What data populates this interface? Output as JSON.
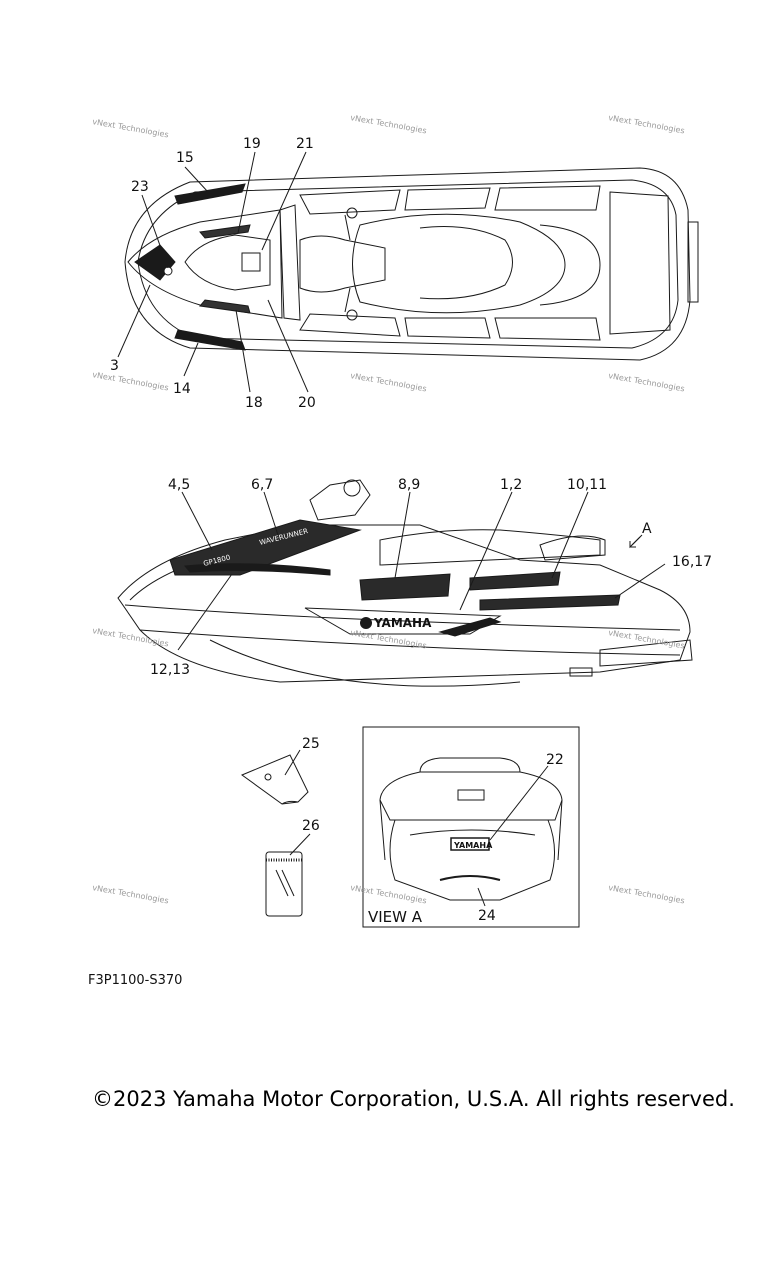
{
  "callouts": {
    "c1_2": "1,2",
    "c3": "3",
    "c4_5": "4,5",
    "c6_7": "6,7",
    "c8_9": "8,9",
    "c10_11": "10,11",
    "c12_13": "12,13",
    "c14": "14",
    "c15": "15",
    "c16_17": "16,17",
    "c18": "18",
    "c19": "19",
    "c20": "20",
    "c21": "21",
    "c22": "22",
    "c23": "23",
    "c24": "24",
    "c25": "25",
    "c26": "26"
  },
  "view_letter": "A",
  "view_label": "VIEW A",
  "brand_text": "YAMAHA",
  "hull_text": "WAVERUNNER",
  "model_badge": "GP1800",
  "watermark": "vNext Technologies",
  "diagram_code": "F3P1100-S370",
  "copyright": "©2023 Yamaha Motor Corporation, U.S.A. All rights reserved.",
  "colors": {
    "line": "#1a1a1a",
    "background": "#ffffff",
    "watermark": "#9a9a9a"
  }
}
